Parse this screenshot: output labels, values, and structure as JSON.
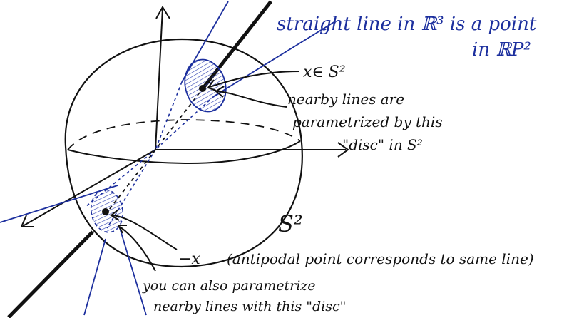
{
  "colors": {
    "ink": "#111111",
    "blue": "#1c2f9e",
    "hatch": "#2a3db0",
    "background": "#ffffff"
  },
  "annotations": {
    "top_line1": "straight line in ℝ³ is a point",
    "top_line2": "in ℝP²",
    "point_x": "x∈ S²",
    "nearby_line1": "nearby lines are",
    "nearby_line2": "parametrized by this",
    "nearby_line3": "\"disc\" in S²",
    "sphere_label": "S²",
    "neg_x": "−x",
    "antipodal": "(antipodal point corresponds to same line)",
    "bottom_line1": "you can also parametrize",
    "bottom_line2": "nearby lines with this \"disc\""
  }
}
